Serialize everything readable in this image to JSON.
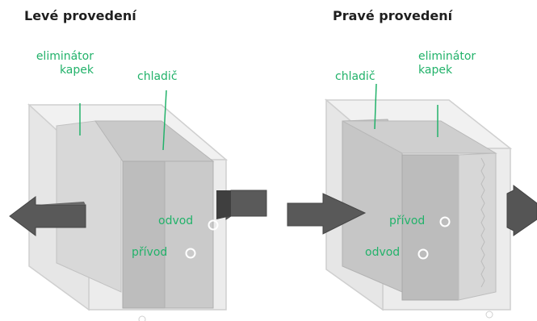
{
  "left": {
    "title": "Levé provedení",
    "labels": {
      "eliminator_line1": "eliminátor",
      "eliminator_line2": "kapek",
      "cooler": "chladič",
      "outlet": "odvod",
      "inlet": "přívod"
    }
  },
  "right": {
    "title": "Pravé provedení",
    "labels": {
      "cooler": "chladič",
      "eliminator_line1": "eliminátor",
      "eliminator_line2": "kapek",
      "inlet": "přívod",
      "outlet": "odvod"
    }
  },
  "colors": {
    "label_green": "#22b26a",
    "title": "#1f1f1f",
    "arrow": "#595959"
  }
}
